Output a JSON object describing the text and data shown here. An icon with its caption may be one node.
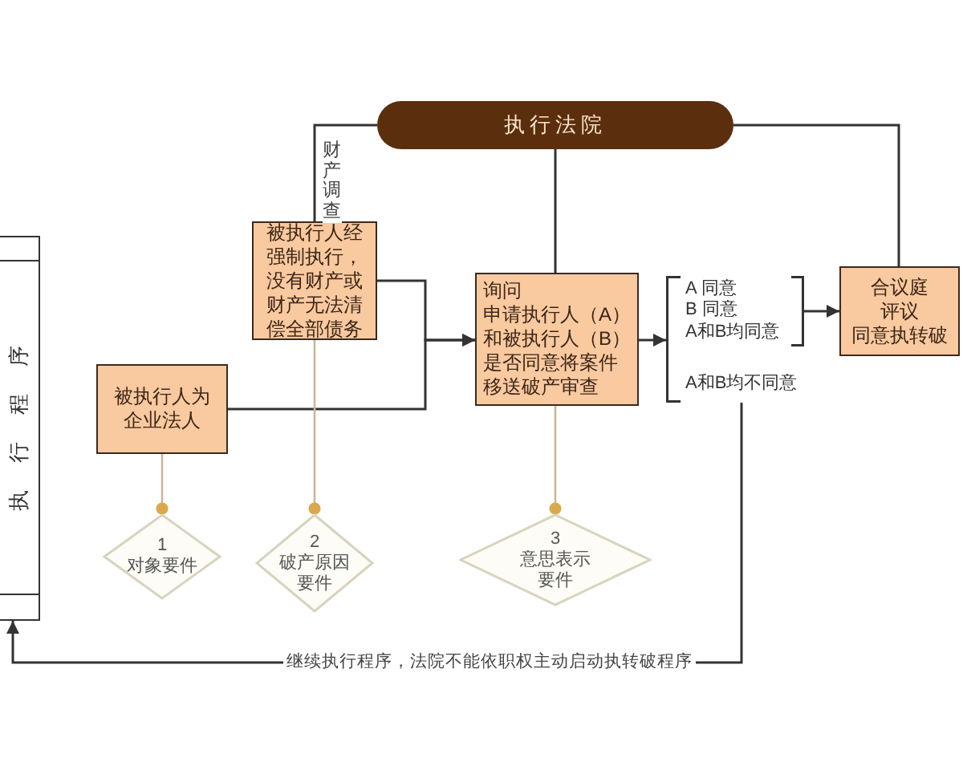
{
  "diagram": {
    "nodes": [
      {
        "text": [
          "执行法院"
        ]
      },
      {
        "text": [
          "执行程序"
        ]
      },
      {
        "text": [
          "被执行人经强制执行，没有财产或财产无法清偿全部债务"
        ]
      },
      {
        "text": [
          "被执行人为企业法人"
        ]
      },
      {
        "text": [
          "询问",
          "申请执行人（A）和被执行人（B）是否同意将案件移送破产审查"
        ]
      },
      {
        "text": [],
        "shape": "bracket"
      },
      {
        "text": [
          "A 同意",
          "B 同意",
          "A和B均同意"
        ],
        "in": 5
      },
      {
        "text": [
          "A和B均不同意"
        ],
        "in": 5
      },
      {
        "text": [
          "合议庭",
          "评议",
          "同意执转破"
        ]
      },
      {
        "text": [
          "1",
          "对象要件"
        ]
      },
      {
        "text": [
          "2",
          "破产原因要件"
        ]
      },
      {
        "text": [
          "3",
          "意思表示要件"
        ]
      }
    ],
    "edges": [
      {
        "from": 0,
        "to": 2,
        "arrow": "none",
        "label": "财产调查"
      },
      {
        "from": 0,
        "to": 4,
        "arrow": "none"
      },
      {
        "from": 0,
        "to": 8,
        "arrow": "none"
      },
      {
        "from": 2,
        "to": 4,
        "arrow": "to"
      },
      {
        "from": 3,
        "to": 4,
        "arrow": "to"
      },
      {
        "from": 4,
        "to": 5,
        "arrow": "to"
      },
      {
        "from": 6,
        "to": 8,
        "arrow": "to"
      },
      {
        "from": 7,
        "to": 1,
        "arrow": "to",
        "label": "继续执行程序，法院不能依职权主动启动执转破程序"
      },
      {
        "from": 3,
        "to": 9,
        "arrow": "other",
        "color": "#c8b89a"
      },
      {
        "from": 2,
        "to": 10,
        "arrow": "other",
        "color": "#c8b89a"
      },
      {
        "from": 4,
        "to": 11,
        "arrow": "other",
        "color": "#c8b89a"
      }
    ]
  }
}
